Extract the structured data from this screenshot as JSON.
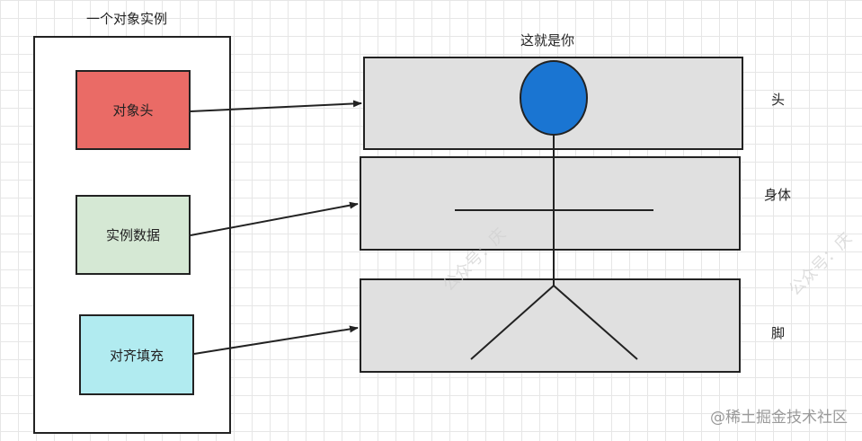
{
  "object": {
    "title": "一个对象实例",
    "parts": [
      {
        "label": "对象头",
        "color": "#ea6b66"
      },
      {
        "label": "实例数据",
        "color": "#d5e8d4"
      },
      {
        "label": "对齐填充",
        "color": "#b1ebf0"
      }
    ]
  },
  "figure": {
    "title": "这就是你",
    "labels": [
      "头",
      "身体",
      "脚"
    ],
    "head_color": "#1a75d2",
    "band_color": "#e0e0e0"
  },
  "watermark": {
    "site": "@稀土掘金技术社区",
    "diagonal": "公众号：庆"
  }
}
